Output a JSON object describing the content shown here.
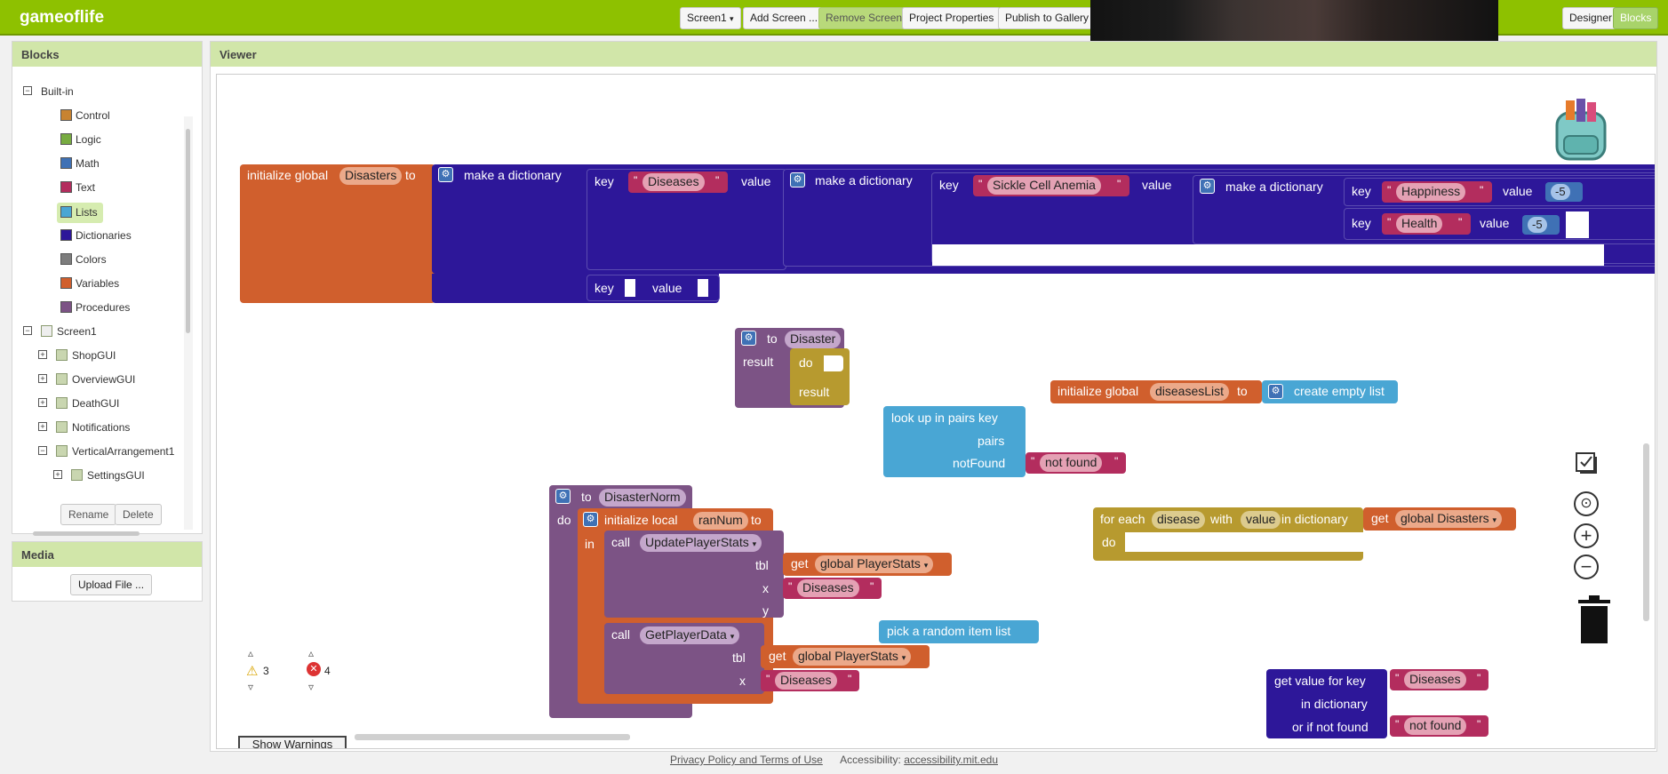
{
  "app": {
    "title": "gameofllife_placeholder"
  },
  "toolbar": {
    "screen_select": "Screen1",
    "add_screen": "Add Screen ...",
    "remove_screen": "Remove Screen",
    "project_properties": "Project Properties",
    "publish": "Publish to Gallery",
    "designer": "Designer",
    "blocks": "Blocks"
  },
  "blocks_panel": {
    "title": "Blocks",
    "builtin_label": "Built-in",
    "builtin_items": [
      {
        "label": "Control",
        "color": "#c88330"
      },
      {
        "label": "Logic",
        "color": "#77ab41"
      },
      {
        "label": "Math",
        "color": "#3f71b5"
      },
      {
        "label": "Text",
        "color": "#b32d5e"
      },
      {
        "label": "Lists",
        "color": "#49a6d4"
      },
      {
        "label": "Dictionaries",
        "color": "#2d1799"
      },
      {
        "label": "Colors",
        "color": "#7d7d7d"
      },
      {
        "label": "Variables",
        "color": "#d05f2d"
      },
      {
        "label": "Procedures",
        "color": "#7c5385"
      }
    ],
    "screen_label": "Screen1",
    "components": [
      "ShopGUI",
      "OverviewGUI",
      "DeathGUI",
      "Notifications",
      "VerticalArrangement1",
      "SettingsGUI"
    ],
    "rename": "Rename",
    "delete": "Delete"
  },
  "media_panel": {
    "title": "Media",
    "upload": "Upload File ..."
  },
  "viewer": {
    "title": "Viewer"
  },
  "workspace": {
    "init_disasters": {
      "initialize_global": "initialize global",
      "var_name": "Disasters",
      "to": "to",
      "make_dict": "make a dictionary",
      "key": "key",
      "value": "value",
      "diseases": "Diseases",
      "sickle": "Sickle Cell Anemia",
      "happiness": "Happiness",
      "health": "Health",
      "minus5": "-5"
    },
    "to_disaster": {
      "to": "to",
      "name": "Disaster",
      "result": "result",
      "do": "do"
    },
    "init_diseases_list": {
      "initialize_global": "initialize global",
      "var_name": "diseasesList",
      "to": "to",
      "create": "create empty list"
    },
    "lookup": {
      "label": "look up in pairs  key",
      "pairs": "pairs",
      "notfound": "notFound",
      "value": "not found"
    },
    "foreach": {
      "for_each": "for each",
      "var1": "disease",
      "with": "with",
      "var2": "value",
      "in_dict": "in dictionary",
      "get": "get",
      "global_var": "global Disasters",
      "do": "do"
    },
    "disaster_norm": {
      "to": "to",
      "name": "DisasterNorm",
      "do": "do",
      "init_local": "initialize local",
      "local_name": "ranNum",
      "to2": "to",
      "in": "in",
      "call": "call",
      "proc1": "UpdatePlayerStats",
      "tbl": "tbl",
      "x": "x",
      "y": "y",
      "get": "get",
      "global_stats": "global PlayerStats",
      "diseases": "Diseases",
      "proc2": "GetPlayerData"
    },
    "pick_random": "pick a random item  list",
    "get_value": {
      "label": "get value for key",
      "in_dict": "in dictionary",
      "or_not": "or if not found",
      "key_value": "Diseases",
      "nf_value": "not found"
    },
    "warnings": {
      "warn_count": "3",
      "error_count": "4",
      "show_warnings": "Show Warnings"
    }
  },
  "footer": {
    "privacy": "Privacy Policy and Terms of Use",
    "accessibility_label": "Accessibility:",
    "accessibility_link": "accessibility.mit.edu"
  }
}
